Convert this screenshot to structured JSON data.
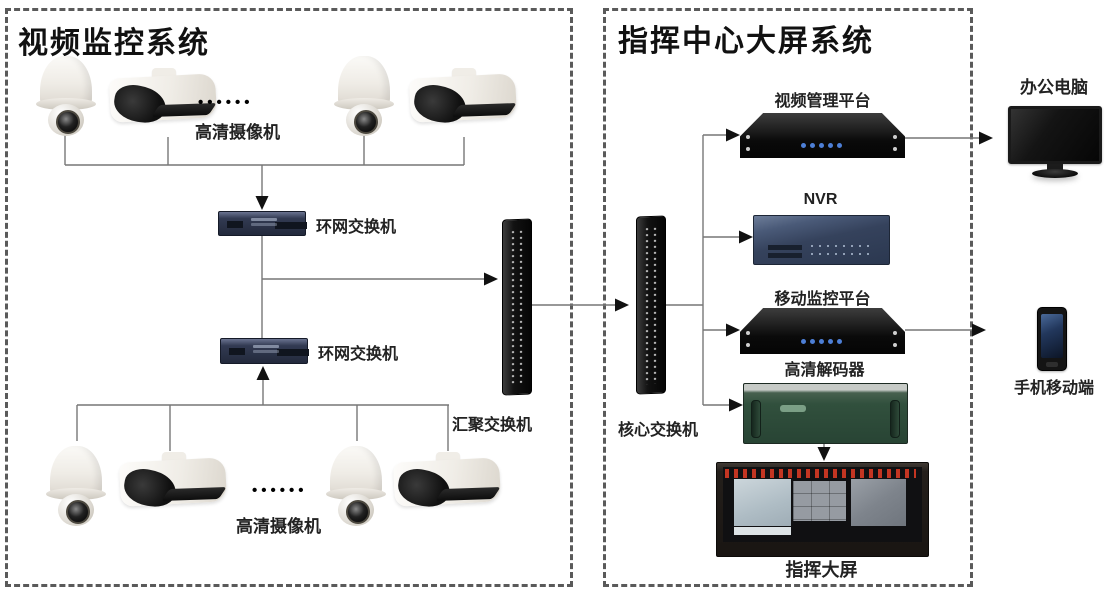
{
  "left_box": {
    "title": "视频监控系统",
    "top_cameras": {
      "ellipsis": "••••••",
      "label": "高清摄像机"
    },
    "bottom_cameras": {
      "ellipsis": "••••••",
      "label": "高清摄像机"
    },
    "ring_switch_top_label": "环网交换机",
    "ring_switch_bottom_label": "环网交换机",
    "aggregation_switch_label": "汇聚交换机"
  },
  "right_box": {
    "title": "指挥中心大屏系统",
    "core_switch_label": "核心交换机",
    "video_platform_label": "视频管理平台",
    "nvr_label": "NVR",
    "mobile_platform_label": "移动监控平台",
    "decoder_label": "高清解码器",
    "big_screen_label": "指挥大屏"
  },
  "external": {
    "office_pc_label": "办公电脑",
    "mobile_terminal_label": "手机移动端"
  },
  "colors": {
    "wire": "#777777",
    "arrow": "#111111",
    "dashed_border": "#5a5a5a",
    "led_blue": "#4d7fd6",
    "nvr_slate": "#35425c",
    "decoder_green": "#31503d",
    "ticker_red": "#cd3723"
  }
}
